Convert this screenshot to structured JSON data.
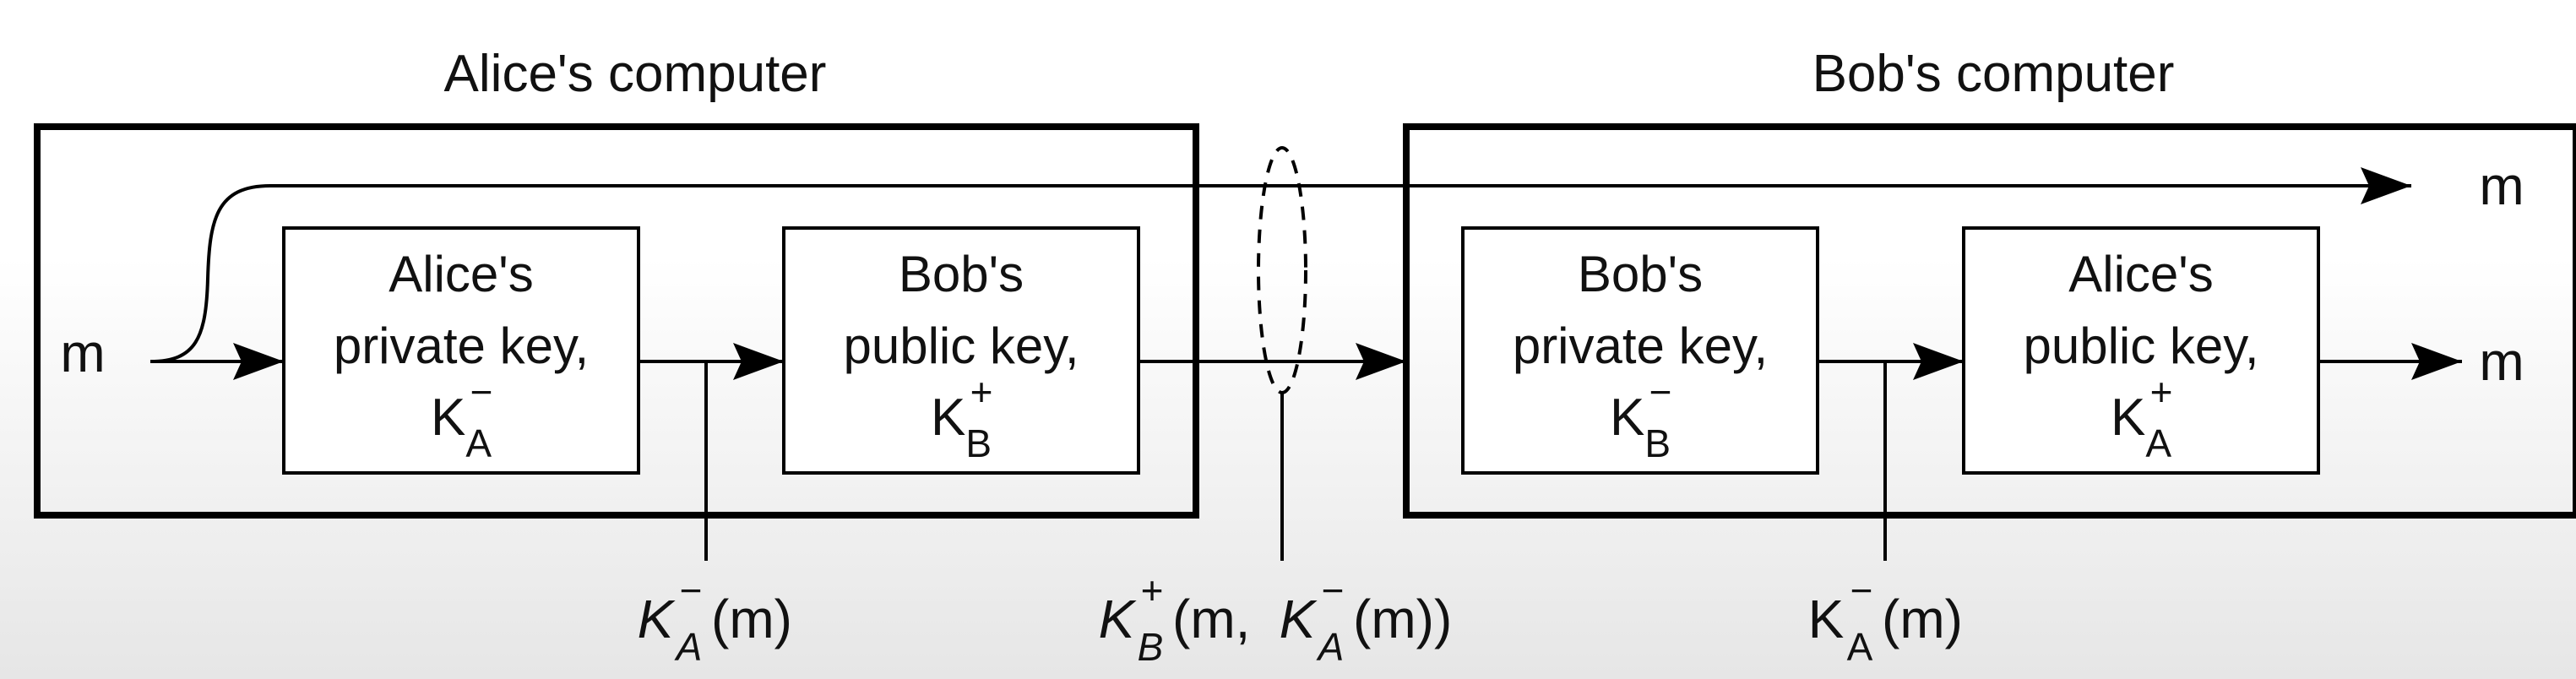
{
  "computers": {
    "alice": {
      "title": "Alice's computer"
    },
    "bob": {
      "title": "Bob's computer"
    }
  },
  "boxes": {
    "alice_private": {
      "line1": "Alice's",
      "line2": "private key,",
      "key": "K",
      "sub": "A",
      "sup": "−"
    },
    "bob_public": {
      "line1": "Bob's",
      "line2": "public key,",
      "key": "K",
      "sub": "B",
      "sup": "+"
    },
    "bob_private": {
      "line1": "Bob's",
      "line2": "private key,",
      "key": "K",
      "sub": "B",
      "sup": "−"
    },
    "alice_public": {
      "line1": "Alice's",
      "line2": "public key,",
      "key": "K",
      "sub": "A",
      "sup": "+"
    }
  },
  "messages": {
    "input": "m",
    "output_top": "m",
    "output_bottom": "m"
  },
  "annotations": {
    "signed": {
      "key": "K",
      "sub": "A",
      "sup": "−",
      "arg": "(m)"
    },
    "encrypted": {
      "key": "K",
      "sub": "B",
      "sup": "+",
      "arg_open": "(m,",
      "inner_key": "K",
      "inner_sub": "A",
      "inner_sup": "−",
      "arg_close": "(m))"
    },
    "recovered": {
      "key": "K",
      "sub": "A",
      "sup": "−",
      "arg": "(m)"
    }
  }
}
